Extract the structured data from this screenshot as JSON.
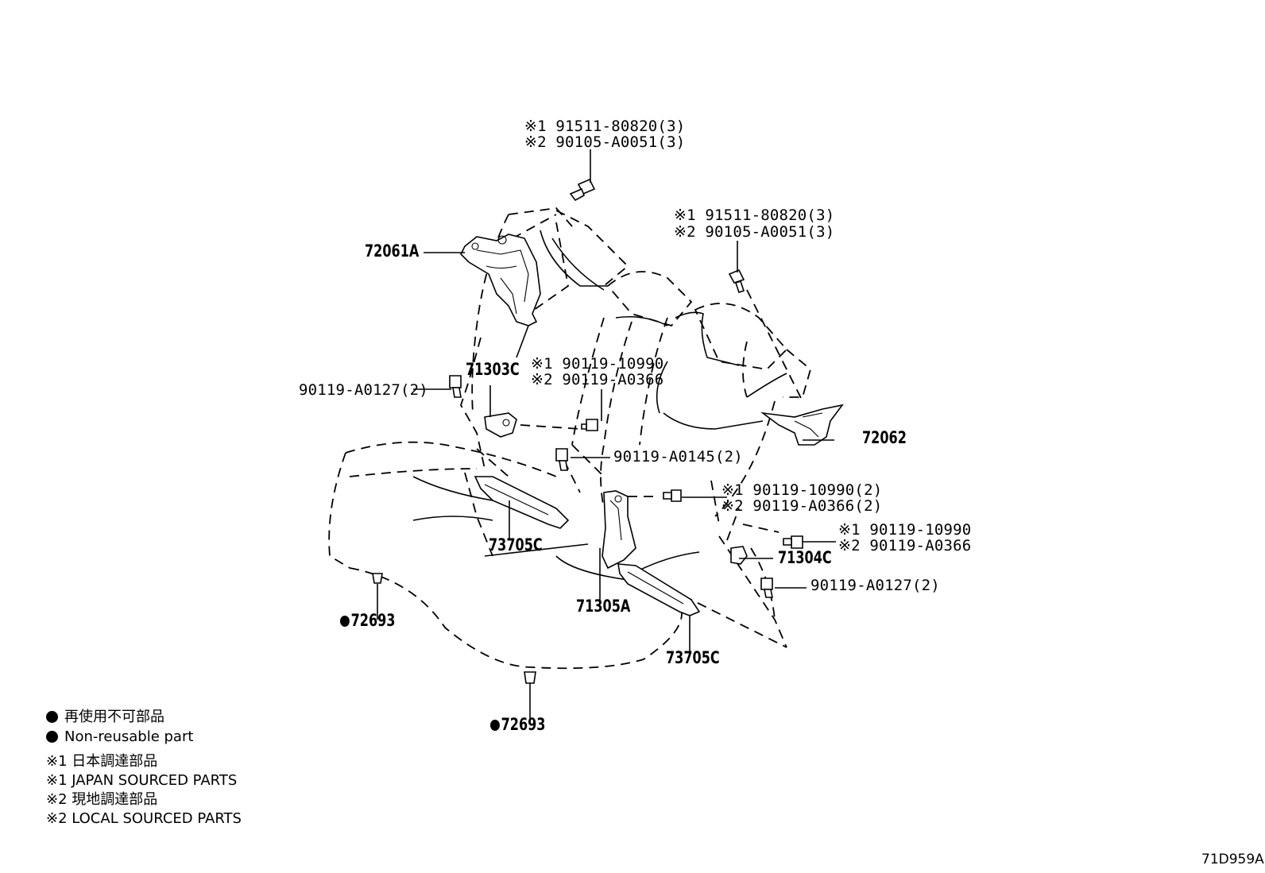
{
  "callouts": {
    "top_bolt_1": "※1 91511-80820(3)",
    "top_bolt_2": "※2 90105-A0051(3)",
    "right_bolt_1": "※1 91511-80820(3)",
    "right_bolt_2": "※2 90105-A0051(3)",
    "p72061A": "72061A",
    "p71303C": "71303C",
    "mid_bolt_1": "※1 90119-10990",
    "mid_bolt_2": "※2 90119-A0366",
    "p90119_A0127_left": "90119-A0127(2)",
    "p72062": "72062",
    "p90119_A0145": "90119-A0145(2)",
    "r_bolt_a_1": "※1 90119-10990(2)",
    "r_bolt_a_2": "※2 90119-A0366(2)",
    "r_bolt_b_1": "※1 90119-10990",
    "r_bolt_b_2": "※2 90119-A0366",
    "p73705C_left": "73705C",
    "p71304C": "71304C",
    "p90119_A0127_right": "90119-A0127(2)",
    "p72693_left": "72693",
    "p71305A": "71305A",
    "p73705C_right": "73705C",
    "p72693_bottom": "72693"
  },
  "legend": {
    "nonreusable_jp": "再使用不可部品",
    "nonreusable_en": "Non-reusable part",
    "note1_jp": "※1 日本調達部品",
    "note1_en": "※1 JAPAN SOURCED PARTS",
    "note2_jp": "※2 現地調達部品",
    "note2_en": "※2 LOCAL SOURCED PARTS"
  },
  "figure_id": "71D959A"
}
